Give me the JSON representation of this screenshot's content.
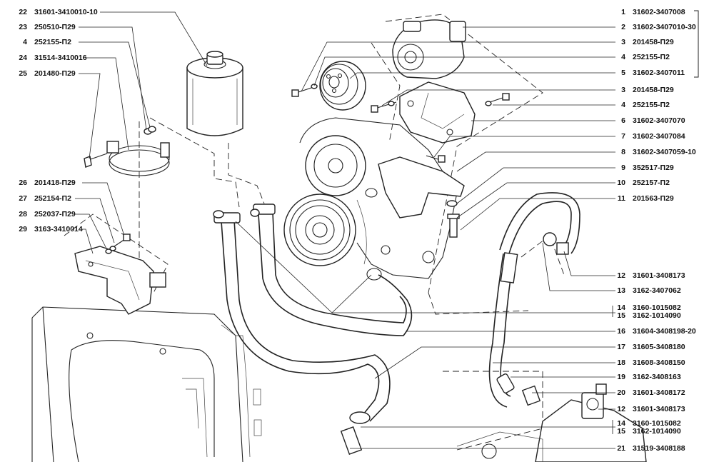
{
  "left_labels": [
    {
      "num": "22",
      "code": "31601-3410010-10"
    },
    {
      "num": "23",
      "code": "250510-П29"
    },
    {
      "num": "4",
      "code": "252155-П2"
    },
    {
      "num": "24",
      "code": "31514-3410016"
    },
    {
      "num": "25",
      "code": "201480-П29"
    },
    {
      "num": "26",
      "code": "201418-П29"
    },
    {
      "num": "27",
      "code": "252154-П2"
    },
    {
      "num": "28",
      "code": "252037-П29"
    },
    {
      "num": "29",
      "code": "3163-3410014"
    }
  ],
  "right_labels": [
    {
      "num": "1",
      "code": "31602-3407008"
    },
    {
      "num": "2",
      "code": "31602-3407010-30"
    },
    {
      "num": "3",
      "code": "201458-П29"
    },
    {
      "num": "4",
      "code": "252155-П2"
    },
    {
      "num": "5",
      "code": "31602-3407011"
    },
    {
      "num": "3",
      "code": "201458-П29"
    },
    {
      "num": "4",
      "code": "252155-П2"
    },
    {
      "num": "6",
      "code": "31602-3407070"
    },
    {
      "num": "7",
      "code": "31602-3407084"
    },
    {
      "num": "8",
      "code": "31602-3407059-10"
    },
    {
      "num": "9",
      "code": "352517-П29"
    },
    {
      "num": "10",
      "code": "252157-П2"
    },
    {
      "num": "11",
      "code": "201563-П29"
    },
    {
      "num": "12",
      "code": "31601-3408173"
    },
    {
      "num": "13",
      "code": "3162-3407062"
    },
    {
      "num": "14",
      "code": "3160-1015082"
    },
    {
      "num": "15",
      "code": "3162-1014090"
    },
    {
      "num": "16",
      "code": "31604-3408198-20"
    },
    {
      "num": "17",
      "code": "31605-3408180"
    },
    {
      "num": "18",
      "code": "31608-3408150"
    },
    {
      "num": "19",
      "code": "3162-3408163"
    },
    {
      "num": "20",
      "code": "31601-3408172"
    },
    {
      "num": "12",
      "code": "31601-3408173"
    },
    {
      "num": "14",
      "code": "3160-1015082"
    },
    {
      "num": "15",
      "code": "3162-1014090"
    },
    {
      "num": "21",
      "code": "31519-3408188"
    }
  ]
}
